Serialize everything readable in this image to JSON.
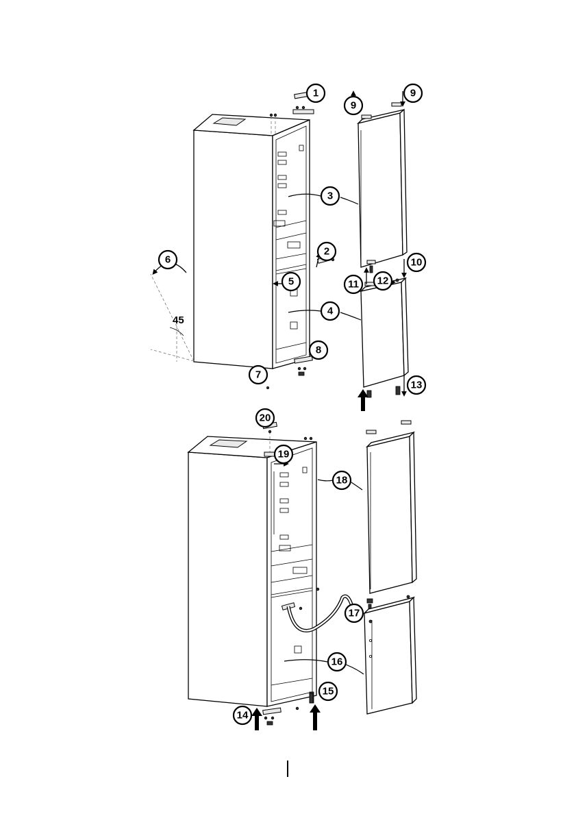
{
  "figure": {
    "angle_label": "45",
    "callouts": [
      "1",
      "2",
      "3",
      "4",
      "5",
      "6",
      "7",
      "8",
      "9",
      "9",
      "10",
      "11",
      "12",
      "13",
      "14",
      "15",
      "16",
      "17",
      "18",
      "19",
      "20"
    ]
  },
  "colors": {
    "line": "#000000",
    "shade": "#e9e9e9",
    "background": "#ffffff"
  }
}
